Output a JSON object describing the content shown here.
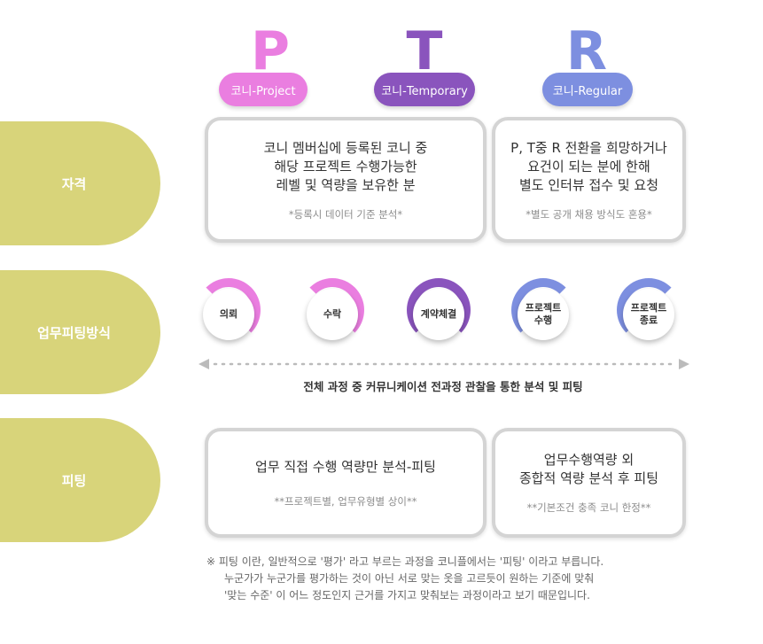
{
  "colors": {
    "side_tab": "#d8d47a",
    "project": "#ea7ee0",
    "temporary": "#8a54bd",
    "regular": "#7d8fe0",
    "card_border": "#d4d4d4"
  },
  "types": [
    {
      "letter": "P",
      "label": "코니-Project"
    },
    {
      "letter": "T",
      "label": "코니-Temporary"
    },
    {
      "letter": "R",
      "label": "코니-Regular"
    }
  ],
  "sections": {
    "qualification": "자격",
    "method": "업무피팅방식",
    "fitting": "피팅"
  },
  "qualification_cards": [
    {
      "lines": [
        "코니 멤버십에 등록된 코니 중",
        "해당 프로젝트 수행가능한",
        "레벨 및 역량을 보유한 분"
      ],
      "note": "*등록시 데이터 기준 분석*"
    },
    {
      "lines": [
        "P, T중 R 전환을 희망하거나",
        "요건이 되는 분에 한해",
        "별도 인터뷰 접수 및 요청"
      ],
      "note": "*별도 공개 채용 방식도 혼용*"
    }
  ],
  "steps": [
    {
      "lines": [
        "의뢰"
      ],
      "icon": "arc-pink"
    },
    {
      "lines": [
        "수락"
      ],
      "icon": "arc-pink"
    },
    {
      "lines": [
        "계약체결"
      ],
      "icon": "arc-purple"
    },
    {
      "lines": [
        "프로젝트",
        "수행"
      ],
      "icon": "arc-blue"
    },
    {
      "lines": [
        "프로젝트",
        "종료"
      ],
      "icon": "arc-blue"
    }
  ],
  "method_caption": "전체 과정 중 커뮤니케이션 전과정 관찰을 통한 분석 및 피팅",
  "fitting_cards": [
    {
      "lines": [
        "업무 직접 수행 역량만 분석-피팅"
      ],
      "note": "**프로젝트별, 업무유형별 상이**"
    },
    {
      "lines": [
        "업무수행역량 외",
        "종합적 역량 분석 후 피팅"
      ],
      "note": "**기본조건 충족 코니 한정**"
    }
  ],
  "footnote": [
    "※ 피팅 이란, 일반적으로 '평가' 라고 부르는 과정을 코니플에서는 '피팅' 이라고 부릅니다.",
    "누군가가 누군가를 평가하는 것이 아닌 서로 맞는 옷을 고르듯이 원하는 기준에 맞춰",
    "'맞는 수준' 이 어느 정도인지 근거를 가지고 맞춰보는 과정이라고 보기 때문입니다."
  ]
}
